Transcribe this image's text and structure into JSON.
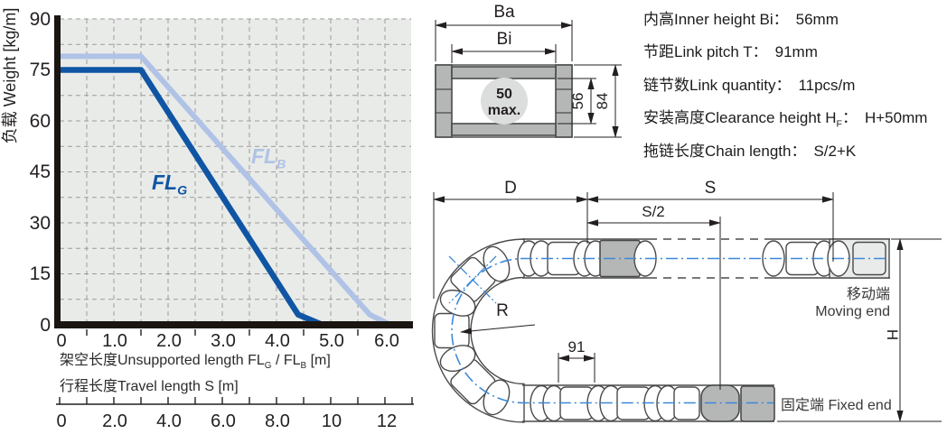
{
  "chart_data": {
    "type": "line",
    "title": "",
    "ylabel": "负载 Weight [kg/m]",
    "xlabel_line1": {
      "pre": "架空长度Unsupported length FL",
      "sub1": "G",
      "mid": " / FL",
      "sub2": "B",
      "post": " [m]"
    },
    "xlabel_line2": "行程长度Travel length S [m]",
    "x_axis": {
      "ticks": [
        "0",
        "1.0",
        "2.0",
        "3.0",
        "4.0",
        "5.0",
        "6.0"
      ],
      "min": 0,
      "max": 6.5
    },
    "y_axis": {
      "ticks": [
        "0",
        "15",
        "30",
        "45",
        "60",
        "75",
        "90"
      ],
      "min": 0,
      "max": 90
    },
    "s_axis": {
      "ticks": [
        "0",
        "2.0",
        "4.0",
        "6.0",
        "8.0",
        "10",
        "12"
      ]
    },
    "grid": {
      "on": true,
      "x_step": 0.5,
      "y_step": 7.5
    },
    "legend_position": "on-curve",
    "series": [
      {
        "name": "FLG",
        "label": "FL",
        "label_sub": "G",
        "color": "#0f55a4",
        "points": [
          [
            0,
            75
          ],
          [
            1.5,
            75
          ],
          [
            4.4,
            3
          ],
          [
            4.85,
            0
          ]
        ]
      },
      {
        "name": "FLB",
        "label": "FL",
        "label_sub": "B",
        "color": "#b0c3e6",
        "points": [
          [
            0,
            79
          ],
          [
            1.5,
            79
          ],
          [
            5.72,
            3
          ],
          [
            6.1,
            0
          ]
        ]
      }
    ]
  },
  "cross_section": {
    "dim_outer_width": "Ba",
    "dim_inner_width": "Bi",
    "dim_inner_height": "56",
    "dim_outer_height": "84",
    "cable_max_line1": "50",
    "cable_max_line2": "max."
  },
  "specs": {
    "rows": [
      {
        "label": "内高Inner height Bi",
        "sub": "",
        "colon": "：",
        "value": "56mm"
      },
      {
        "label": "节距Link pitch T",
        "sub": "",
        "colon": "：",
        "value": "91mm"
      },
      {
        "label": "链节数Link quantity",
        "sub": "",
        "colon": "：",
        "value": "11pcs/m"
      },
      {
        "label": "安装高度Clearance height H",
        "sub": "F",
        "colon": "：",
        "value": "H+50mm"
      },
      {
        "label": "拖链长度Chain length",
        "sub": "",
        "colon": "：",
        "value": "S/2+K"
      }
    ]
  },
  "schematic": {
    "dim_d": "D",
    "dim_s": "S",
    "dim_s_half": "S/2",
    "dim_radius": "R",
    "dim_pitch": "91",
    "dim_height": "H",
    "moving_end_zh": "移动端",
    "moving_end_en": "Moving end",
    "fixed_end": "固定端 Fixed end"
  },
  "colors": {
    "flg": "#0f55a4",
    "flb": "#b0c3e6",
    "centerline_blue": "#3c89d8",
    "chain_gray": "#b5b7b6",
    "light_gray": "#e9ebea",
    "plot_bg": "#e9ebe9"
  }
}
